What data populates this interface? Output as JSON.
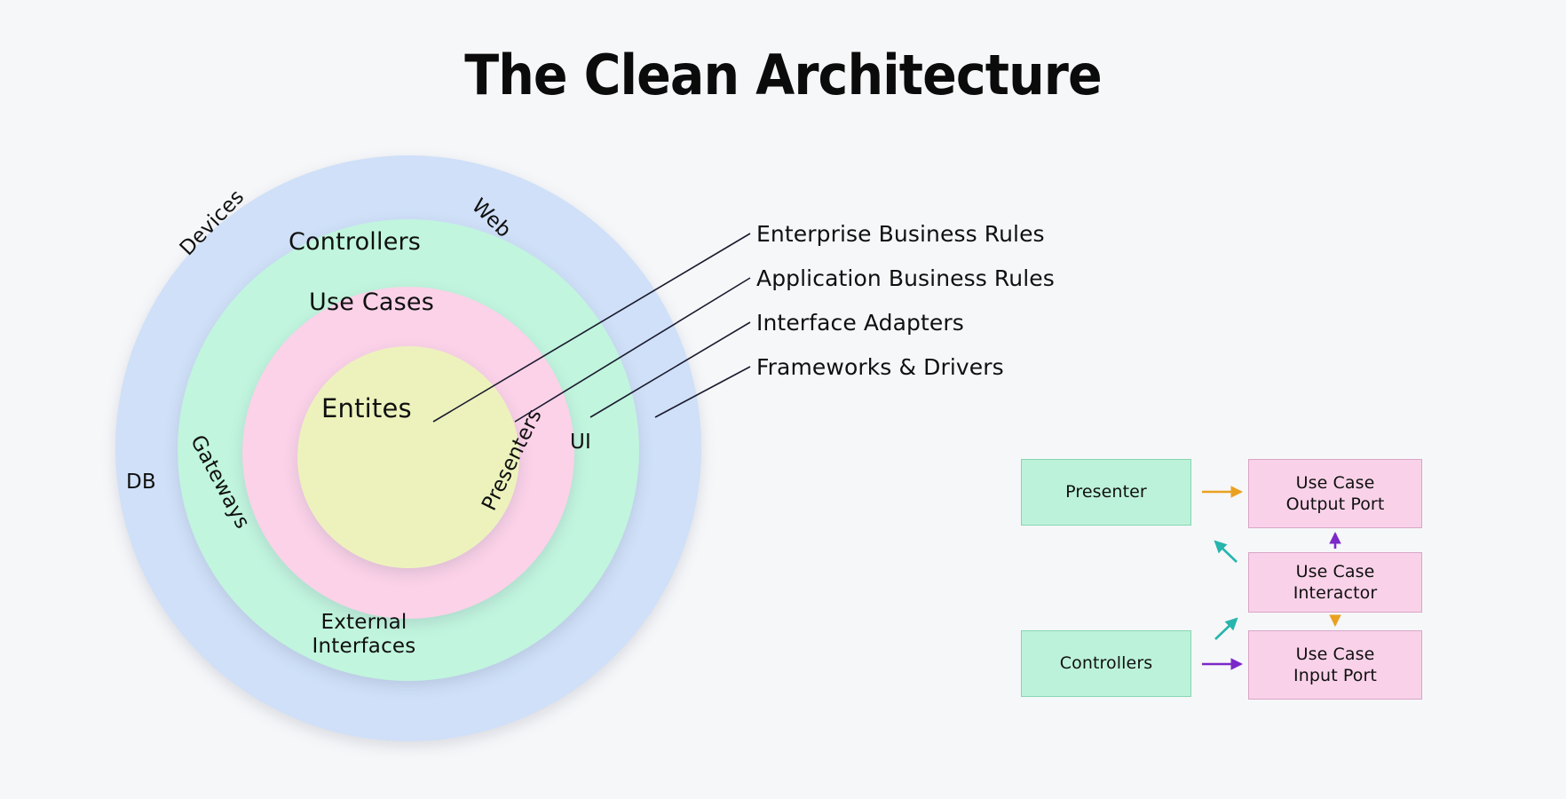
{
  "page": {
    "title": "The Clean Architecture",
    "background_color": "#F6F7F9"
  },
  "circles": {
    "rings": [
      {
        "key": "frameworks",
        "fill": "#CFE0F8",
        "callout": "Frameworks & Drivers"
      },
      {
        "key": "adapters",
        "fill": "#C1F5DE",
        "callout": "Interface Adapters"
      },
      {
        "key": "appbiz",
        "fill": "#FBD2E8",
        "callout": "Application Business Rules"
      },
      {
        "key": "entities",
        "fill": "#EDF2BD",
        "callout": "Enterprise Business Rules"
      }
    ],
    "labels": {
      "devices": "Devices",
      "web": "Web",
      "db": "DB",
      "ui": "UI",
      "gateways": "Gateways",
      "presenters": "Presenters",
      "external_interfaces": "External\nInterfaces",
      "external_line1": "External",
      "external_line2": "Interfaces",
      "controllers": "Controllers",
      "use_cases": "Use Cases",
      "entities": "Entites"
    }
  },
  "callouts": [
    {
      "label": "Enterprise Business Rules",
      "target_ring": "entities"
    },
    {
      "label": "Application Business Rules",
      "target_ring": "appbiz"
    },
    {
      "label": "Interface Adapters",
      "target_ring": "adapters"
    },
    {
      "label": "Frameworks & Drivers",
      "target_ring": "frameworks"
    }
  ],
  "flow": {
    "boxes": [
      {
        "key": "presenter",
        "label": "Presenter",
        "color": "green",
        "fill": "#BCF2DA",
        "border": "#86D6B1"
      },
      {
        "key": "controllers",
        "label": "Controllers",
        "color": "green",
        "fill": "#BCF2DA",
        "border": "#86D6B1"
      },
      {
        "key": "output_port",
        "line1": "Use Case",
        "line2": "Output Port",
        "color": "pink",
        "fill": "#F9D2E9",
        "border": "#D9A5C7"
      },
      {
        "key": "interactor",
        "line1": "Use Case",
        "line2": "Interactor",
        "color": "pink",
        "fill": "#F9D2E9",
        "border": "#D9A5C7"
      },
      {
        "key": "input_port",
        "line1": "Use Case",
        "line2": "Input Port",
        "color": "pink",
        "fill": "#F9D2E9",
        "border": "#D9A5C7"
      }
    ],
    "arrows": [
      {
        "key": "presenter-to-output-port",
        "from": "presenter",
        "to": "output_port",
        "color": "#E9A121",
        "direction": "right"
      },
      {
        "key": "controllers-to-input-port",
        "from": "controllers",
        "to": "input_port",
        "color": "#7B28C8",
        "direction": "right"
      },
      {
        "key": "interactor-to-output-port",
        "from": "interactor",
        "to": "output_port",
        "color": "#7B28C8",
        "direction": "up"
      },
      {
        "key": "interactor-to-input-port",
        "from": "interactor",
        "to": "input_port",
        "color": "#E9A121",
        "direction": "down"
      },
      {
        "key": "output-port-to-presenter",
        "from": "output_port",
        "to": "presenter",
        "color": "#27B5AD",
        "direction": "up-left"
      },
      {
        "key": "input-port-to-interactor",
        "from": "input_port",
        "to": "interactor",
        "color": "#27B5AD",
        "direction": "up-right"
      }
    ]
  },
  "colors": {
    "arrow_orange": "#E9A121",
    "arrow_purple": "#7B28C8",
    "arrow_teal": "#27B5AD",
    "ring_blue": "#CFE0F8",
    "ring_green": "#C1F5DE",
    "ring_pink": "#FBD2E8",
    "ring_yellow": "#EDF2BD"
  }
}
